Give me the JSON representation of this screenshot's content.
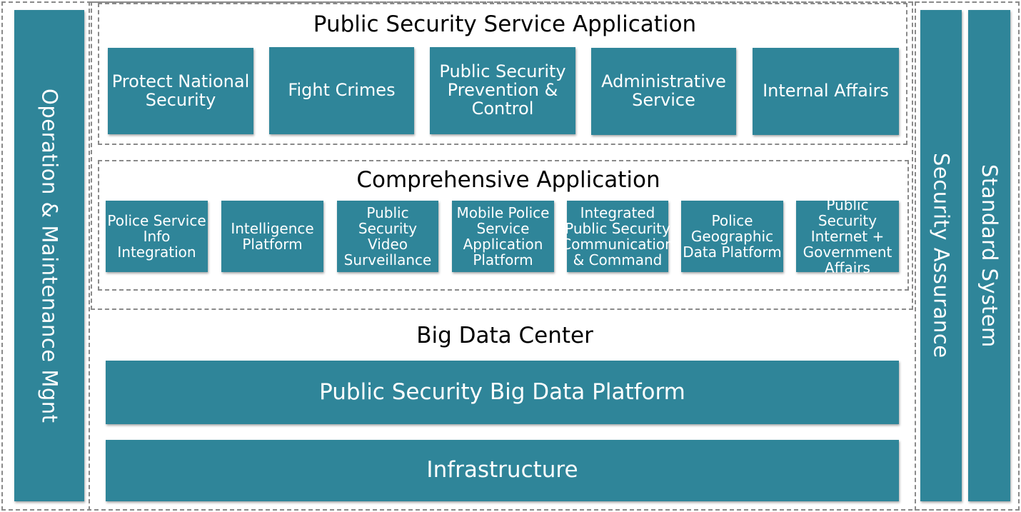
{
  "left_column": {
    "label": "Operation & Maintenance Mgnt"
  },
  "right_columns": [
    {
      "label": "Security Assurance"
    },
    {
      "label": "Standard System"
    }
  ],
  "service_application": {
    "title": "Public Security Service Application",
    "items": [
      "Protect National Security",
      "Fight Crimes",
      "Public Security Prevention & Control",
      "Administrative Service",
      "Internal Affairs"
    ]
  },
  "comprehensive_application": {
    "title": "Comprehensive Application",
    "items": [
      "Police Service Info Integration",
      "Intelligence Platform",
      "Public Security Video Surveillance",
      "Mobile Police Service Application Platform",
      "Integrated Public Security Communication & Command",
      "Police Geographic Data Platform",
      "Public Security Internet + Government Affairs"
    ]
  },
  "big_data_center": {
    "title": "Big Data Center",
    "platform": "Public Security Big Data Platform",
    "infrastructure": "Infrastructure"
  },
  "colors": {
    "block": "#2f8599",
    "text_on_block": "#ffffff",
    "dashed_border": "#8a8a8a"
  }
}
